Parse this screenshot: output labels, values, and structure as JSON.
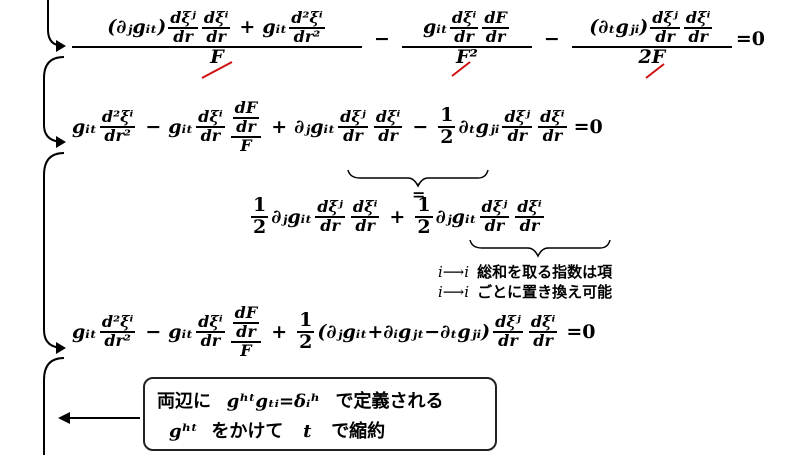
{
  "line1": {
    "t1_num": "(∂ⱼg_it) dξʲ/dr dξⁱ/dr + g_it d²ξⁱ/dr²",
    "t1_a": "(∂ⱼgᵢₜ)",
    "t1_b": "gᵢₜ",
    "t1_den": "F",
    "t2_pre": "gᵢₜ",
    "t2_den": "F²",
    "t3_pre": "(∂ₜgⱼᵢ)",
    "t3_den": "2F",
    "eq": "=0"
  },
  "line2": {
    "g": "gᵢₜ",
    "term_del": "∂ⱼgᵢₜ",
    "half": "1",
    "two": "2",
    "term_dt": "∂ₜgⱼᵢ",
    "eq": "=0"
  },
  "line3": {
    "a": "∂ⱼgᵢₜ",
    "b": "∂ⱼgᵢₜ"
  },
  "note": {
    "r1_idx": "i⟶i",
    "r1_text": "総和を取る指数は項",
    "r2_idx": "i⟶i",
    "r2_text": "ごとに置き換え可能"
  },
  "line4": {
    "g": "gᵢₜ",
    "paren": "(∂ⱼgᵢₜ+∂ᵢgⱼₜ−∂ₜgⱼᵢ)",
    "eq": "=0"
  },
  "box": {
    "r1_a": "両辺に",
    "r1_expr": "gʰᵗgₜᵢ=δᵢʰ",
    "r1_b": "で定義される",
    "r2_expr": "gʰᵗ",
    "r2_a": "をかけて",
    "r2_t": "t",
    "r2_b": "で縮約"
  },
  "frac_labels": {
    "dxi_j": "dξʲ",
    "dxi_i": "dξⁱ",
    "dr": "dr",
    "d2xi": "d²ξⁱ",
    "dr2": "dr²",
    "dF": "dF"
  }
}
